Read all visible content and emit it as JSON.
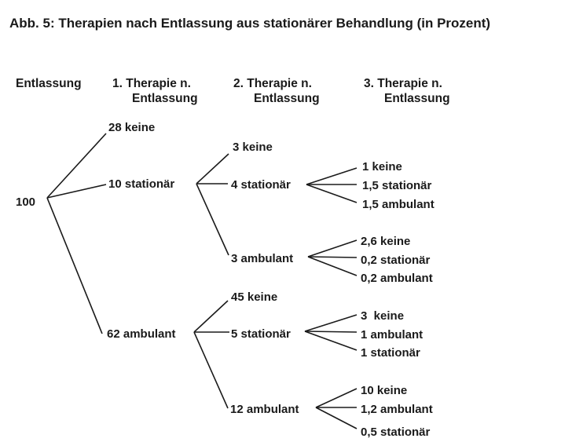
{
  "title": "Abb. 5: Therapien nach Entlassung aus stationärer Behandlung (in Prozent)",
  "headers": {
    "col0": "Entlassung",
    "col1_line1": "1. Therapie n.",
    "col1_line2": "Entlassung",
    "col2_line1": "2. Therapie n.",
    "col2_line2": "Entlassung",
    "col3_line1": "3. Therapie n.",
    "col3_line2": "Entlassung"
  },
  "tree": {
    "root": "100",
    "level1": [
      "28 keine",
      "10 stationär",
      "62 ambulant"
    ],
    "stationaer_children": [
      "3 keine",
      "4 stationär",
      "3 ambulant"
    ],
    "stationaer_stationaer_children": [
      "1 keine",
      "1,5 stationär",
      "1,5 ambulant"
    ],
    "stationaer_ambulant_children": [
      "2,6 keine",
      "0,2 stationär",
      "0,2 ambulant"
    ],
    "ambulant_children": [
      "45 keine",
      "5 stationär",
      "12 ambulant"
    ],
    "ambulant_stationaer_children": [
      "3  keine",
      "1 ambulant",
      "1 stationär"
    ],
    "ambulant_ambulant_children": [
      "10 keine",
      "1,2 ambulant",
      "0,5 stationär"
    ]
  }
}
